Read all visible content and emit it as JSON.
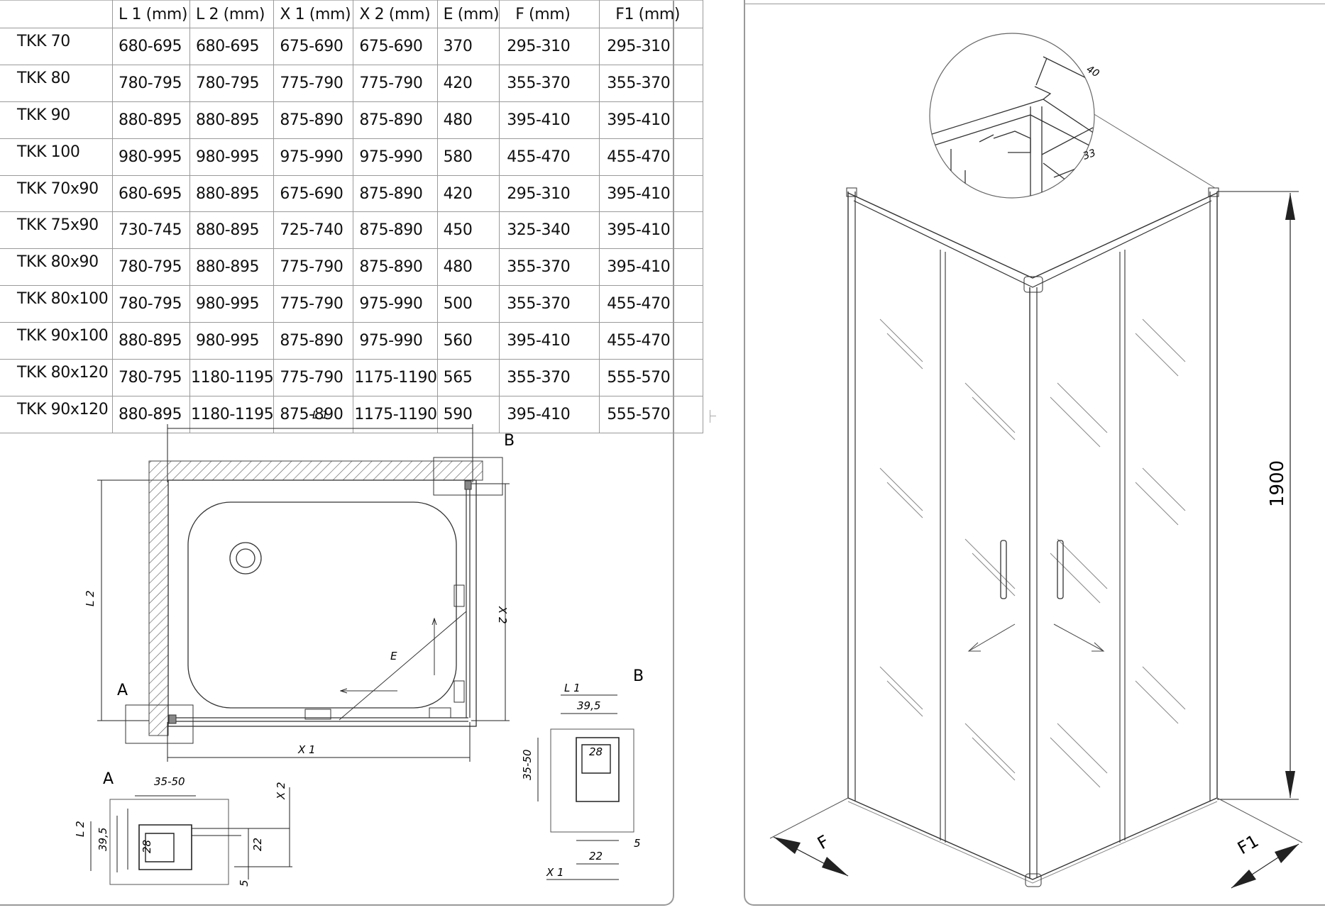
{
  "table": {
    "headers": [
      "",
      "L 1  (mm)",
      "L 2  (mm)",
      "X 1  (mm)",
      "X 2  (mm)",
      "E (mm)",
      "F (mm)",
      "F1 (mm)"
    ],
    "rows": [
      [
        "TKK  70",
        "680-695",
        "680-695",
        "675-690",
        "675-690",
        "370",
        "295-310",
        "295-310"
      ],
      [
        "TKK  80",
        "780-795",
        "780-795",
        "775-790",
        "775-790",
        "420",
        "355-370",
        "355-370"
      ],
      [
        "TKK  90",
        "880-895",
        "880-895",
        "875-890",
        "875-890",
        "480",
        "395-410",
        "395-410"
      ],
      [
        "TKK  100",
        "980-995",
        "980-995",
        "975-990",
        "975-990",
        "580",
        "455-470",
        "455-470"
      ],
      [
        "TKK  70x90",
        "680-695",
        "880-895",
        "675-690",
        "875-890",
        "420",
        "295-310",
        "395-410"
      ],
      [
        "TKK  75x90",
        "730-745",
        "880-895",
        "725-740",
        "875-890",
        "450",
        "325-340",
        "395-410"
      ],
      [
        "TKK  80x90",
        "780-795",
        "880-895",
        "775-790",
        "875-890",
        "480",
        "355-370",
        "395-410"
      ],
      [
        "TKK  80x100",
        "780-795",
        "980-995",
        "775-790",
        "975-990",
        "500",
        "355-370",
        "455-470"
      ],
      [
        "TKK  90x100",
        "880-895",
        "980-995",
        "875-890",
        "975-990",
        "560",
        "395-410",
        "455-470"
      ],
      [
        "TKK  80x120",
        "780-795",
        "1180-1195",
        "775-790",
        "1175-1190",
        "565",
        "355-370",
        "555-570"
      ],
      [
        "TKK  90x120",
        "880-895",
        "1180-1195",
        "875-890",
        "1175-1190",
        "590",
        "395-410",
        "555-570"
      ]
    ]
  },
  "plan": {
    "label_l1": "L 1",
    "label_l2": "L 2",
    "label_x1": "X 1",
    "label_x2": "X 2",
    "label_e": "E",
    "marker_a": "A",
    "marker_b": "B"
  },
  "detail_a": {
    "title": "A",
    "dim_width": "35-50",
    "dim_l2": "L 2",
    "dim_total": "39,5",
    "dim_inner": "28",
    "dim_x2": "X 2",
    "dim_gap": "22",
    "dim_small": "5"
  },
  "detail_b": {
    "title": "B",
    "dim_l1": "L 1",
    "dim_total": "39,5",
    "dim_inner": "28",
    "dim_height": "35-50",
    "dim_gap": "22",
    "dim_small": "5",
    "dim_x1": "X 1"
  },
  "iso": {
    "height": "1900",
    "label_f": "F",
    "label_f1": "F1",
    "detail_40": "40",
    "detail_33": "33"
  },
  "colors": {
    "line": "#222222",
    "grid": "#9a9a9a",
    "hatch": "#555555"
  }
}
